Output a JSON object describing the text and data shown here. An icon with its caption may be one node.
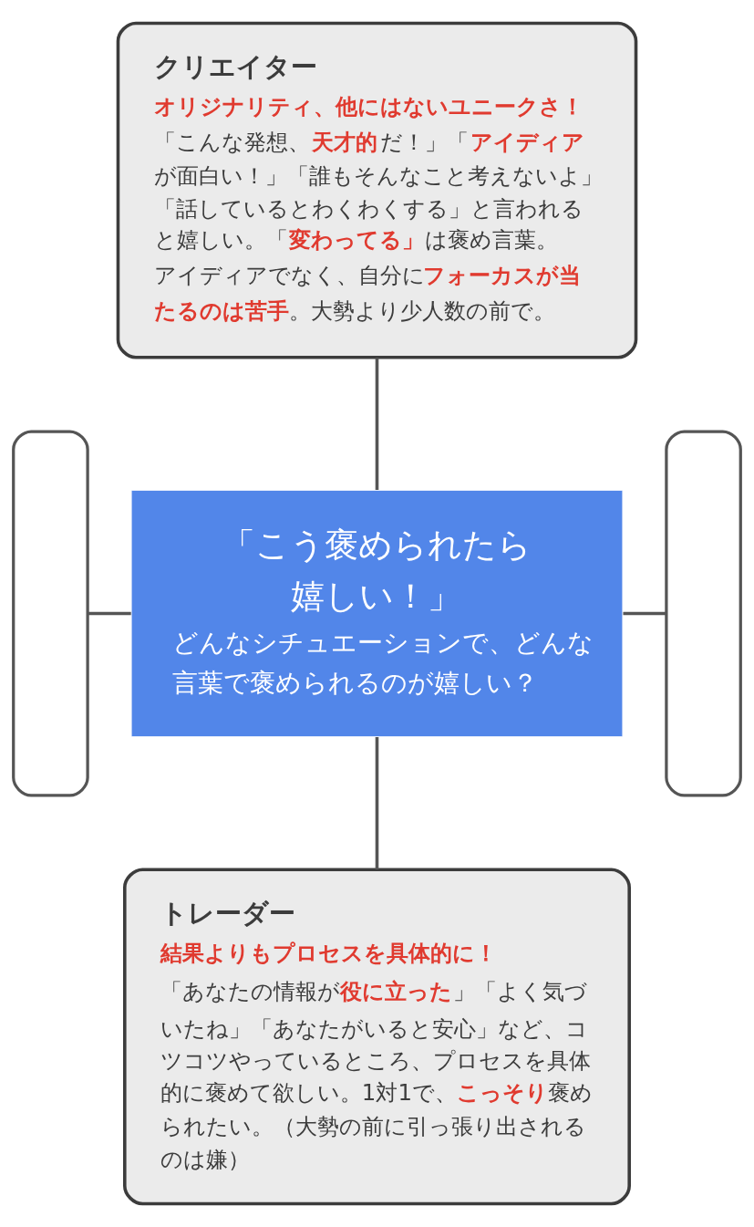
{
  "diagram": {
    "nodes": [
      {
        "text": [
          "クリエイター",
          "**オリジナリティ、他にはないユニークさ！**「こんな発想、**天才的**だ！」「**アイディア**が面白い！」「誰もそんなこと考えないよ」「話しているとわくわくする」と言われると嬉しい。「**変わってる」**は褒め言葉。",
          "アイディアでなく、自分に**フォーカスが当たるのは苦手**。大勢より少人数の前で。"
        ]
      },
      {
        "text": [],
        "shape": "box"
      },
      {
        "text": [
          "「こう褒められたら嬉しい！」",
          "どんなシチュエーションで、どんな言葉で褒められるのが嬉しい？"
        ]
      },
      {
        "text": [],
        "shape": "box"
      },
      {
        "text": [
          "トレーダー",
          "結果よりもプロセスを具体的に！",
          "「あなたの情報が**役に立った**」「よく気づいたね」「あなたがいると安心」など、コツコツやっているところ、プロセスを具体的に褒めて欲しい。1対1で、**こっそり**褒められたい。（大勢の前に引っ張り出されるのは嫌）"
        ]
      }
    ],
    "edges": [
      {
        "from": 0,
        "to": 2,
        "arrow": "none"
      },
      {
        "from": 1,
        "to": 2,
        "arrow": "none"
      },
      {
        "from": 2,
        "to": 3,
        "arrow": "none"
      },
      {
        "from": 2,
        "to": 4,
        "arrow": "none"
      }
    ]
  }
}
